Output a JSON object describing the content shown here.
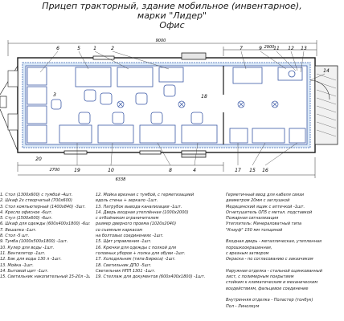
{
  "title": {
    "line1": "Прицеп тракторный, здание мобильное (инвентарное),",
    "line2": "марки \"Лидер\"",
    "line3": "Офис"
  },
  "dimensions": {
    "overall_length": "9000",
    "right_block": "2900",
    "left_part": "2700",
    "middle_part": "6338"
  },
  "callouts": [
    "1",
    "2",
    "3",
    "4",
    "5",
    "6",
    "7",
    "8",
    "9",
    "10",
    "11",
    "12",
    "13",
    "14",
    "15",
    "16",
    "17",
    "18",
    "19",
    "20"
  ],
  "legend": {
    "col1": [
      "1. Стол (1300х600) с тумбой -4шт.",
      "2. Шкаф 2х створчатый (700х600)",
      "3. Стол компьютерный (1400х840) -3шт.",
      "4. Кресло офисное -6шт.",
      "5. Стул (1500х600) -6шт.",
      "6. Шкаф для одежды (600х400х1800) -6шт.",
      "7. Вешалка -1шт.",
      "8. Стол -5 шт.",
      "9. Тумба (1000х500х1800) -1шт.",
      "10. Кулер для воды -1шт.",
      "11. Вентилятор -1шт.",
      "12. Бак для воды 130 л -1шт.",
      "13. Мойка -1шт.",
      "14. Бытовой щит -1шт.",
      "15. Светильник накопительный 15-20л -1шт."
    ],
    "col2": [
      "12. Мойка врезная с тумбой, с герметизацией",
      "вдоль стены + зеркало -1шт.",
      "13. Патрубок вывода канализации -1шт.",
      "14. Дверь входная утеплённая (1000х2000)",
      "с отбойником ограничителем",
      "размер дверного проема (1020х2040)",
      "со съемным каркасом",
      "на болтовых соединениях -1шт.",
      "15. Щит управления -1шт.",
      "16. Крючки для одежды с полкой для",
      "головных уборов + полка для обуви -1шт.",
      "17. Холодильник (типа Бирюса) -1шт.",
      "18. Светильник ДПО -5шт.",
      "Светильник НПП 1301 -1шт.",
      "19. Стеллаж для документов (600х400х1800) -1шт."
    ],
    "col3": [
      "Герметичный ввод для кабеля связи",
      "диаметром 20мм с заглушкой",
      "Медицинский ящик с аптечкой -1шт.",
      "Огнетушитель ОП5 с метал. подставкой",
      "Пожарная сигнализация",
      "Утеплитель: Минераловатный типа",
      "\"Кнауф\" 150 мм толщиной",
      "",
      "Входная дверь - металлическая, утепленная",
      "порошкоокрашенная,",
      "с врезным затвором",
      "Окраска - по согласованию с заказчиком",
      "",
      "Наружная отделка - стальной оцинкованный",
      "лист, с полимерным покрытием",
      "стойким к климатическим и механическим",
      "воздействиям, фальцевое соединение",
      "",
      "Внутренняя отделка - Поластер (тонбук)",
      "Пол - Линолеум"
    ]
  }
}
